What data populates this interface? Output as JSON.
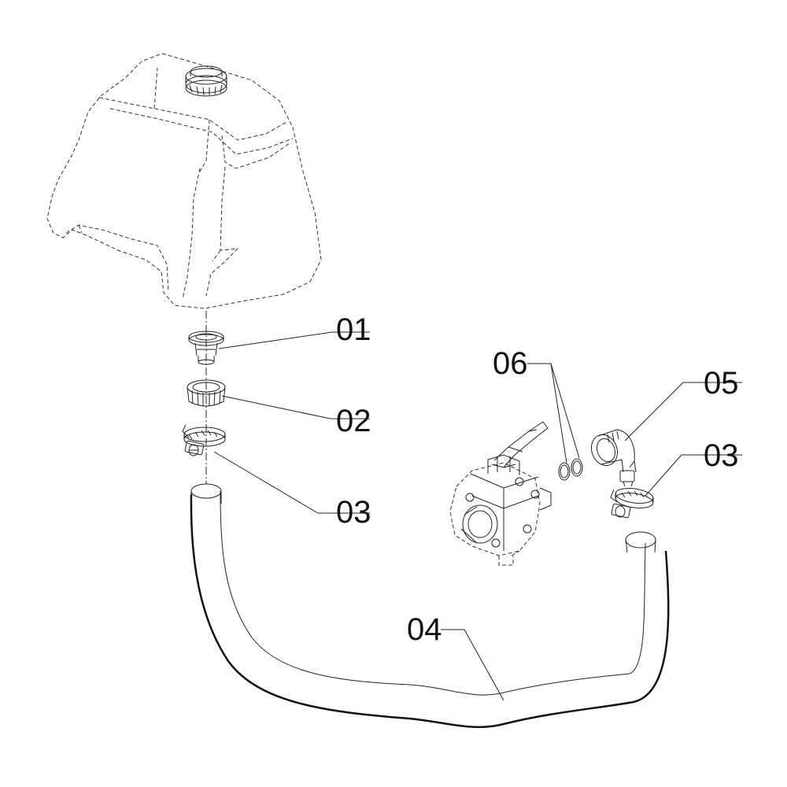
{
  "callouts": {
    "c01": "01",
    "c02": "02",
    "c03_left": "03",
    "c03_right": "03",
    "c04": "04",
    "c05": "05",
    "c06": "06"
  },
  "colors": {
    "line": "#222222",
    "background": "#ffffff"
  }
}
